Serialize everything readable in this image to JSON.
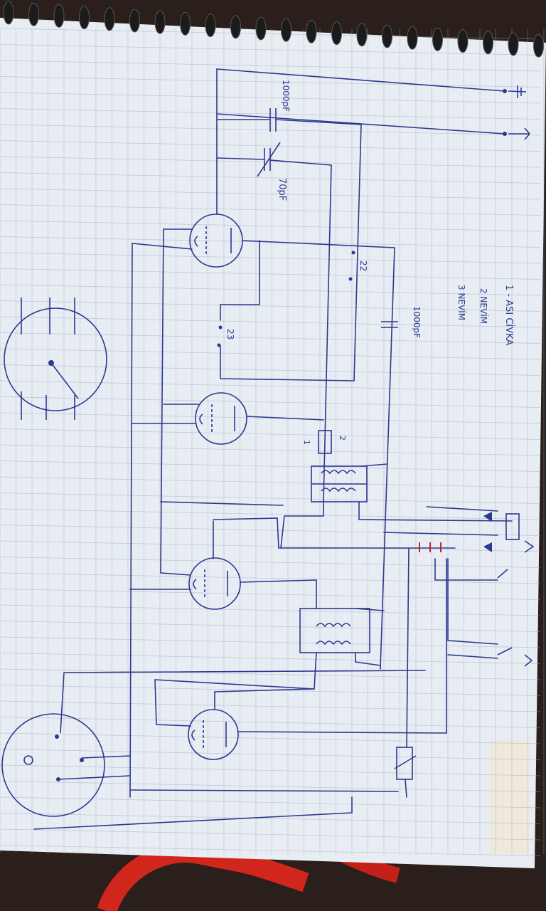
{
  "notes": {
    "legend_line_1": "1 - ASI CÍVKA",
    "legend_line_2": "2  NEVÍM",
    "legend_line_3": "3  NEVÍM",
    "cap_top": "1000pF",
    "cap_variable": "70pF",
    "cap_right": "1000pF",
    "label_22": "22",
    "label_23": "23",
    "label_coil_2": "2",
    "label_coil_1": "1"
  },
  "colors": {
    "paper": "#e8ecf3",
    "ink": "#2b3a8f",
    "red_ink": "#c0262a",
    "background": "#2a1f1a"
  },
  "icons": {
    "ground": "ground-symbol-icon",
    "antenna": "antenna-symbol-icon",
    "switch": "rotary-switch-icon",
    "tube_socket": "tube-socket-icon"
  }
}
